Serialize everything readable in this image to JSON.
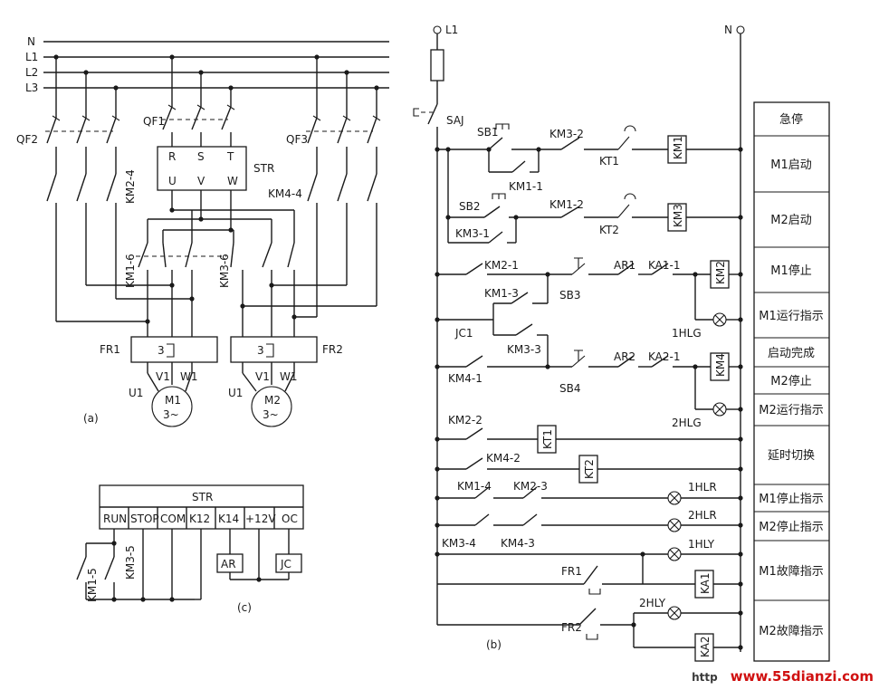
{
  "buses": [
    "N",
    "L1",
    "L2",
    "L3"
  ],
  "panel_a": {
    "caption": "(a)",
    "breakers": [
      "QF2",
      "QF1",
      "QF3"
    ],
    "starter": {
      "label": "STR",
      "inputs": [
        "R",
        "S",
        "T"
      ],
      "outputs": [
        "U",
        "V",
        "W"
      ]
    },
    "contacts": [
      "KM2-4",
      "KM4-4",
      "KM1-6",
      "KM3-6"
    ],
    "relays": [
      {
        "label": "FR1",
        "value": "3"
      },
      {
        "label": "FR2",
        "value": "3"
      }
    ],
    "motors": [
      {
        "label": "M1",
        "sub": "3~",
        "u": "U1",
        "v": "V1",
        "w": "W1"
      },
      {
        "label": "M2",
        "sub": "3~",
        "u": "U1",
        "v": "V1",
        "w": "W1"
      }
    ]
  },
  "panel_c": {
    "caption": "(c)",
    "title": "STR",
    "terminals": [
      "RUN",
      "STOP",
      "COM",
      "K12",
      "K14",
      "+12V",
      "OC"
    ],
    "contacts": [
      "KM1-5",
      "KM3-5"
    ],
    "coils": [
      "AR",
      "JC"
    ]
  },
  "panel_b": {
    "caption": "(b)",
    "supply": [
      "L1",
      "N"
    ],
    "switch": "SAJ",
    "contacts": [
      "SB1",
      "KM3-2",
      "KT1",
      "KM1-1",
      "SB2",
      "KM1-2",
      "KT2",
      "KM3-1",
      "KM2-1",
      "AR1",
      "KA1-1",
      "KM1-3",
      "SB3",
      "JC1",
      "KM3-3",
      "KM4-1",
      "AR2",
      "KA2-1",
      "SB4",
      "KM2-2",
      "KM4-2",
      "KM1-4",
      "KM2-3",
      "KM3-4",
      "KM4-3",
      "FR1",
      "FR2"
    ],
    "coils": [
      "KM1",
      "KM3",
      "KM2",
      "KM4",
      "KT1",
      "KT2",
      "KA1",
      "KA2"
    ],
    "lamps": [
      "1HLG",
      "2HLG",
      "1HLR",
      "2HLR",
      "1HLY",
      "2HLY"
    ],
    "legend": [
      "急停",
      "M1启动",
      "M2启动",
      "M1停止",
      "M1运行指示",
      "启动完成",
      "M2停止",
      "M2运行指示",
      "延时切换",
      "M1停止指示",
      "M2停止指示",
      "M1故障指示",
      "M2故障指示"
    ]
  },
  "watermark": {
    "prefix": "http",
    "site": "www.55dianzi.com"
  }
}
